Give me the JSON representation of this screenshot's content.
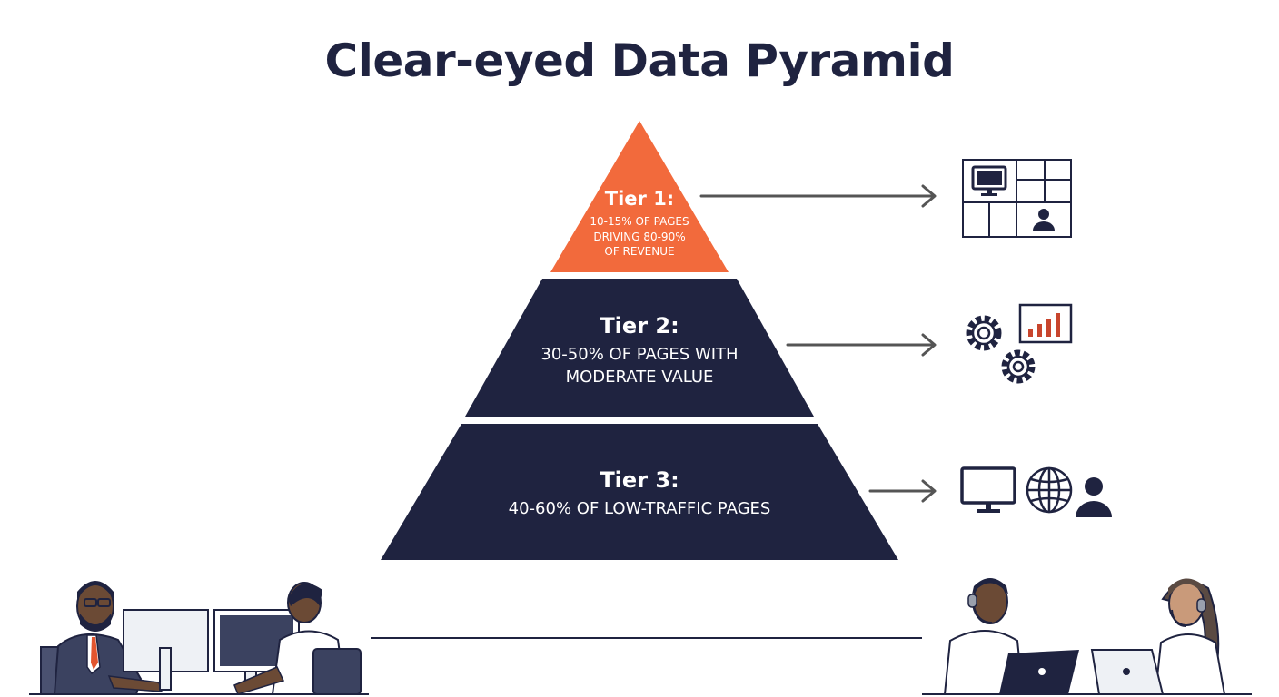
{
  "title": "Clear-eyed Data Pyramid",
  "colors": {
    "tier1": "#f26a3c",
    "navy": "#1f2340",
    "arrow": "#555555",
    "icon_stroke": "#1f2340",
    "accent_red": "#c8452d"
  },
  "tiers": [
    {
      "heading": "Tier 1:",
      "line1": "10-15% OF PAGES",
      "line2": "DRIVING 80-90%",
      "line3": "OF REVENUE",
      "icons": [
        "dashboard-grid-icon",
        "monitor-icon",
        "user-icon"
      ]
    },
    {
      "heading": "Tier 2:",
      "line1": "30-50% OF PAGES WITH",
      "line2": "MODERATE VALUE",
      "icons": [
        "gear-icon",
        "bar-chart-icon",
        "gear-icon"
      ]
    },
    {
      "heading": "Tier 3:",
      "line1": "40-60% OF LOW-TRAFFIC PAGES",
      "icons": [
        "monitor-icon",
        "globe-icon",
        "user-icon"
      ]
    }
  ],
  "illustrations": [
    "analysts-at-desk",
    "support-agents-with-laptops"
  ]
}
